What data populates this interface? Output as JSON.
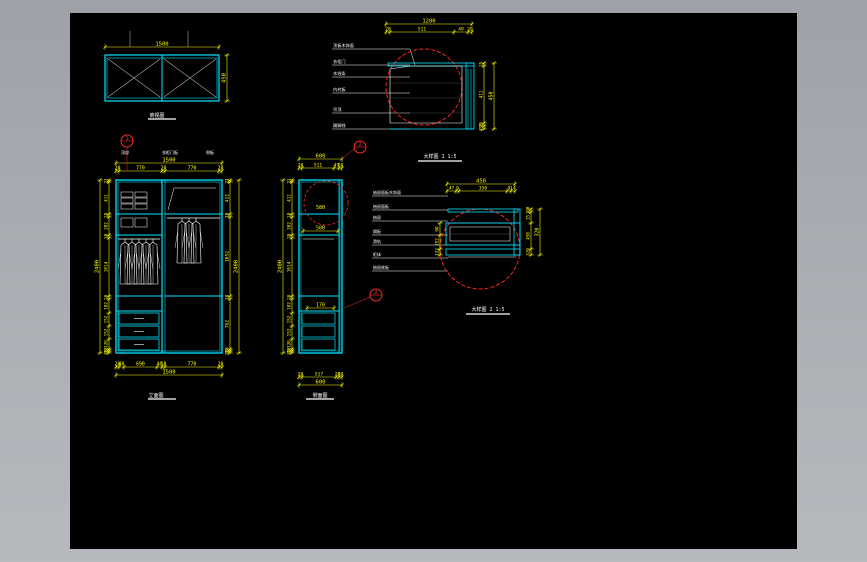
{
  "colors": {
    "background": "#000000",
    "viewport": "#a3a7ad",
    "cabinet": "#00e5ff",
    "dimension": "#ffff00",
    "leader": "#ffffff",
    "callout": "#ff2a2a",
    "detail_circle": "#ff2222",
    "hatch": "#ffffff"
  },
  "top_view": {
    "width_dim": "1500",
    "height_dim": "450",
    "caption": "俯视图"
  },
  "front_view": {
    "callout": "1",
    "top_dims": [
      "20",
      "770",
      "20",
      "770",
      "20"
    ],
    "overall_top": "1500",
    "left_dims": [
      "21",
      "411",
      "18",
      "282",
      "18",
      "1014",
      "18",
      "182",
      "152",
      "152",
      "120",
      "18",
      "80"
    ],
    "overall_left": "2400",
    "right_dims": [
      "21",
      "411",
      "18",
      "1052",
      "18",
      "762",
      "18",
      "80"
    ],
    "overall_right": "2400",
    "bottom_dims": [
      "20",
      "40",
      "690",
      "40",
      "18",
      "770",
      "20"
    ],
    "overall_bottom": "1500",
    "caption": "立面图"
  },
  "side_view": {
    "callout": "2",
    "top_overall": "600",
    "top_dims": [
      "20",
      "511",
      "49",
      "20"
    ],
    "inner_dims": [
      "580",
      "500",
      "170"
    ],
    "left_overall": "2400",
    "left_dims": [
      "21",
      "411",
      "18",
      "282",
      "18",
      "1014",
      "18",
      "182",
      "152",
      "152",
      "120",
      "18",
      "80"
    ],
    "bottom_dims": [
      "20",
      "517",
      "20",
      "20"
    ],
    "bottom_overall": "600",
    "caption": "侧面图"
  },
  "detail_1": {
    "top_overall": "1200",
    "top_dims": [
      "20",
      "511",
      "49",
      "20"
    ],
    "right_dims": [
      "15",
      "411",
      "15",
      "450"
    ],
    "notes": [
      "顶板木饰面",
      "衣柜门",
      "木线条",
      "内衬板",
      "吊顶",
      "踢脚线"
    ],
    "caption": "大样图 1 1:5"
  },
  "detail_2": {
    "top_overall": "450",
    "top_dims": [
      "47",
      "9",
      "350",
      "9",
      "14"
    ],
    "notes": [
      "抽屉面板木饰面",
      "抽屉面板",
      "抽屉",
      "隔板",
      "滑轨",
      "柜体",
      "抽屉底板"
    ],
    "left_dims": [
      "90",
      "152",
      "122"
    ],
    "right_dims": [
      "100",
      "15",
      "450",
      "320"
    ],
    "caption": "大样图 2 1:5"
  }
}
